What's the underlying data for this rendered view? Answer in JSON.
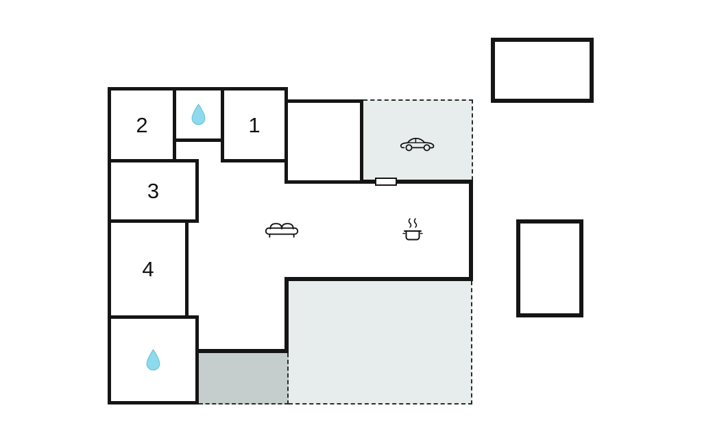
{
  "plan": {
    "title": "holiday-home-floor-plan",
    "rooms": [
      {
        "id": "room-1",
        "label": "1"
      },
      {
        "id": "room-2",
        "label": "2"
      },
      {
        "id": "room-3",
        "label": "3"
      },
      {
        "id": "room-4",
        "label": "4"
      }
    ],
    "icons": {
      "bathroom_top": "water-drop",
      "bathroom_bottom": "water-drop",
      "carport": "car",
      "living_room": "sofa",
      "kitchen": "cooking-pot"
    },
    "colors": {
      "wall": "#151515",
      "water_drop": "#8ed9ec",
      "carport_fill": "#e7ecec",
      "terrace_fill": "#e7ecec",
      "patio_fill": "#c6cecd",
      "background": "#ffffff"
    }
  }
}
